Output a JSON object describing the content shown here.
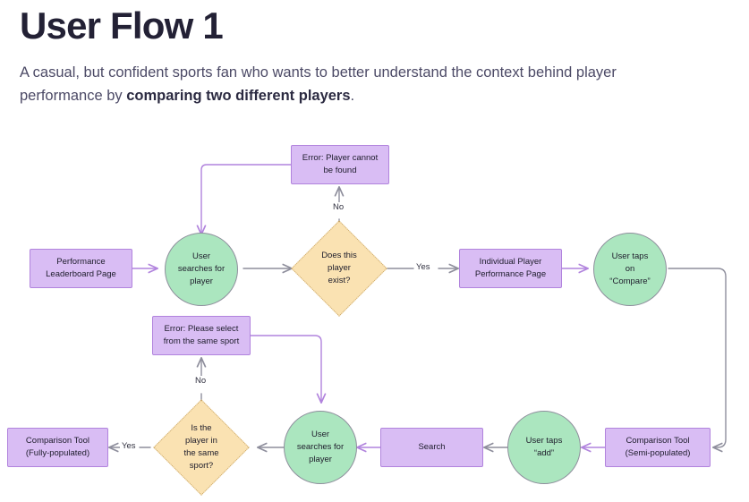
{
  "header": {
    "title": "User Flow 1",
    "subtitle_pre": "A casual, but confident sports fan who wants to better understand the context behind player performance by ",
    "subtitle_em": "comparing two different players",
    "subtitle_post": "."
  },
  "colors": {
    "background": "#ffffff",
    "title": "#232135",
    "body_text": "#4c4a66",
    "process_fill": "#d9bdf4",
    "process_stroke": "#b183dd",
    "state_fill": "#abe6bf",
    "state_stroke": "#8e8e9c",
    "decision_fill": "#fae2b2",
    "decision_stroke": "#c9a76a",
    "connector_purple": "#b183dd",
    "connector_gray": "#8e8e9c"
  },
  "flow": {
    "nodes": [
      {
        "id": "leaderboard",
        "shape": "box",
        "label": "Performance\nLeaderboard Page"
      },
      {
        "id": "error-not-found",
        "shape": "box",
        "label": "Error: Player cannot\nbe found"
      },
      {
        "id": "search-player-1",
        "shape": "circle",
        "label": "User\nsearches for\nplayer"
      },
      {
        "id": "does-player-exist",
        "shape": "decision",
        "label": "Does this\nplayer\nexist?"
      },
      {
        "id": "player-page",
        "shape": "box",
        "label": "Individual Player\nPerformance Page"
      },
      {
        "id": "taps-compare",
        "shape": "circle",
        "label": "User taps\non\n“Compare”"
      },
      {
        "id": "tool-semi",
        "shape": "box",
        "label": "Comparison Tool\n(Semi-populated)"
      },
      {
        "id": "taps-add",
        "shape": "circle",
        "label": "User taps\n“add”"
      },
      {
        "id": "search",
        "shape": "box",
        "label": "Search"
      },
      {
        "id": "search-player-2",
        "shape": "circle",
        "label": "User\nsearches for\nplayer"
      },
      {
        "id": "same-sport",
        "shape": "decision",
        "label": "Is the\nplayer in\nthe same\nsport?"
      },
      {
        "id": "error-same-sport",
        "shape": "box",
        "label": "Error: Please select\nfrom the same sport"
      },
      {
        "id": "tool-full",
        "shape": "box",
        "label": "Comparison Tool\n(Fully-populated)"
      }
    ],
    "edge_labels": [
      {
        "id": "no-1",
        "text": "No"
      },
      {
        "id": "yes-1",
        "text": "Yes"
      },
      {
        "id": "no-2",
        "text": "No"
      },
      {
        "id": "yes-2",
        "text": "Yes"
      }
    ]
  }
}
